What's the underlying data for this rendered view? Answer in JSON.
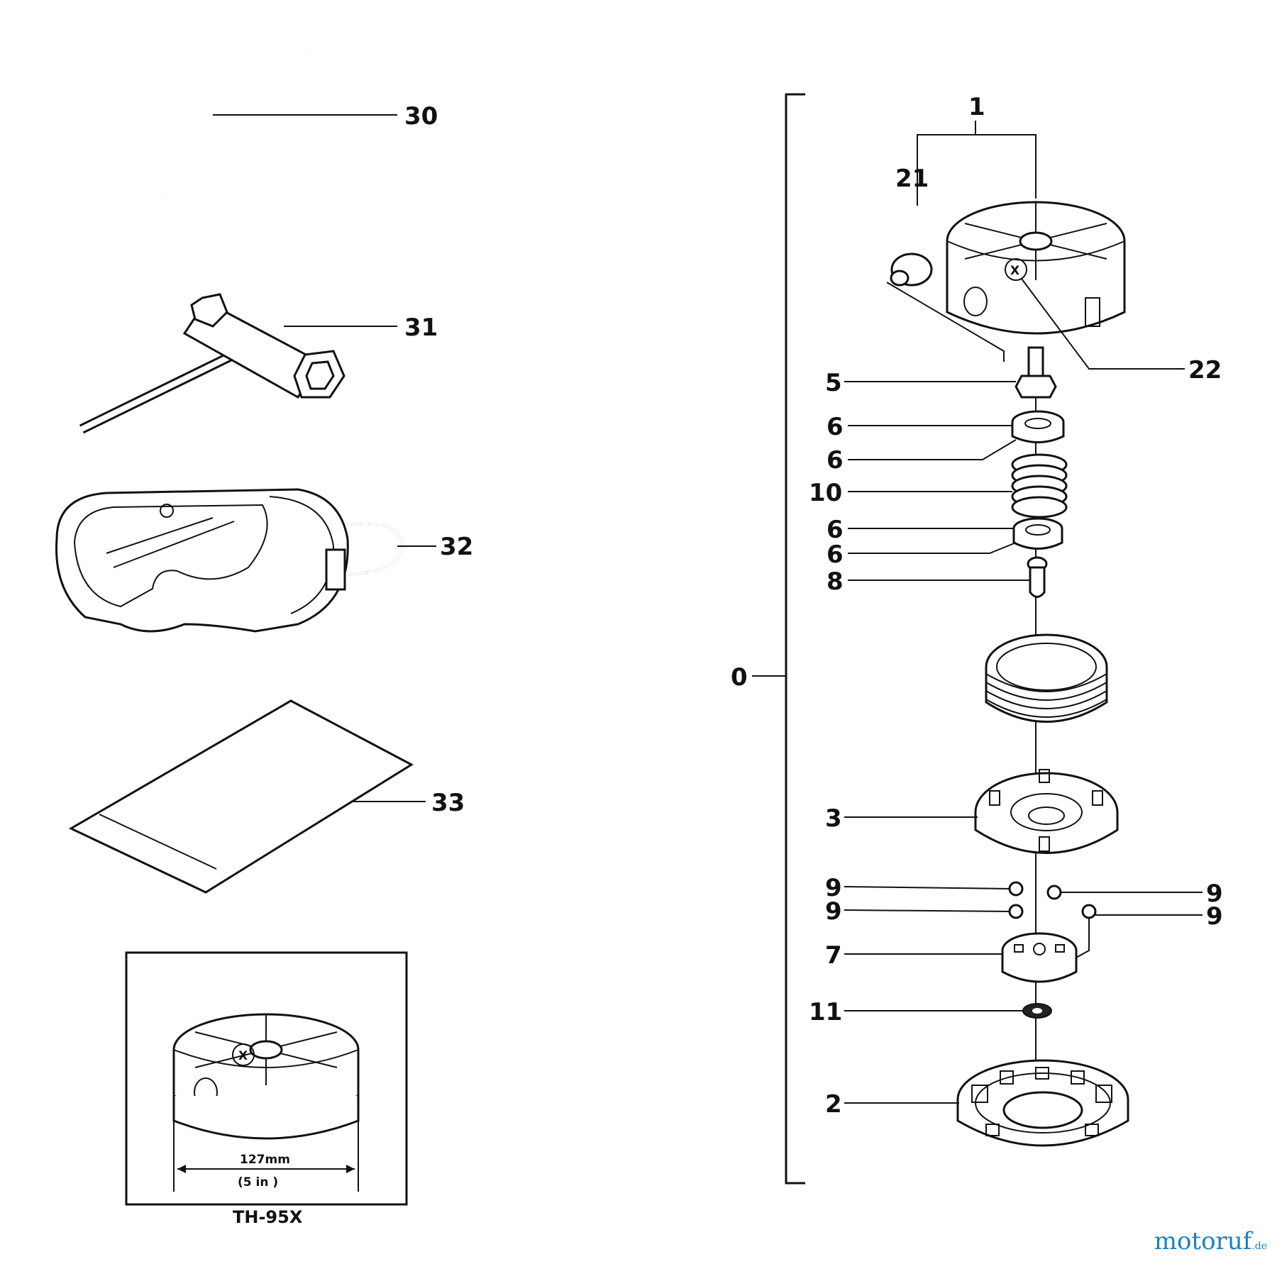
{
  "labels": {
    "l0": "0",
    "l1": "1",
    "l2": "2",
    "l3": "3",
    "l5": "5",
    "l6a": "6",
    "l6b": "6",
    "l6c": "6",
    "l6d": "6",
    "l7": "7",
    "l8": "8",
    "l9a": "9",
    "l9b": "9",
    "l9c": "9",
    "l9d": "9",
    "l10": "10",
    "l11": "11",
    "l21": "21",
    "l22": "22",
    "l30": "30",
    "l31": "31",
    "l32": "32",
    "l33": "33"
  },
  "inset": {
    "dimension_mm": "127mm",
    "dimension_in": "(5 in )",
    "model": "TH-95X",
    "head_mark": "X"
  },
  "cap_mark": "X",
  "watermark": {
    "brand": "motoruf",
    "tld": ".de"
  }
}
